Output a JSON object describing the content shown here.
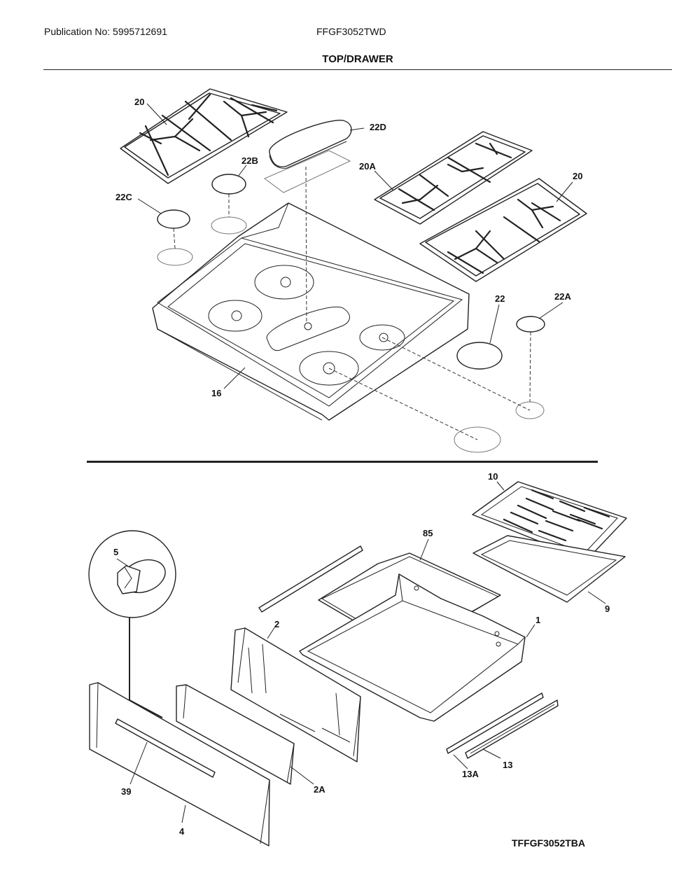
{
  "header": {
    "publication": "Publication No: 5995712691",
    "model": "FFGF3052TWD",
    "title": "TOP/DRAWER"
  },
  "diagram_code": "TFFGF3052TBA",
  "callouts": {
    "c20a": "20",
    "c20b": "20",
    "c20A": "20A",
    "c22D": "22D",
    "c22B": "22B",
    "c22C": "22C",
    "c22": "22",
    "c22A": "22A",
    "c16": "16",
    "c10": "10",
    "c85": "85",
    "c5": "5",
    "c1": "1",
    "c9": "9",
    "c2": "2",
    "c2A": "2A",
    "c13": "13",
    "c13A": "13A",
    "c39": "39",
    "c4": "4"
  }
}
